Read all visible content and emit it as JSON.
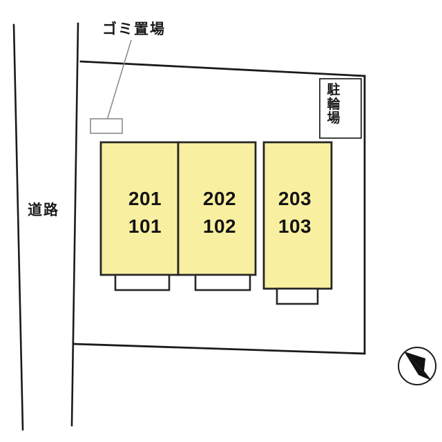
{
  "map": {
    "title_labels": {
      "gomi": "ゴミ置場",
      "douro": "道路",
      "chuurin_chars": [
        "駐",
        "輪",
        "場"
      ]
    },
    "colors": {
      "building_fill": "#f8f0a0",
      "building_stroke": "#262626",
      "boundary_stroke": "#1a1a1a",
      "gomi_box_stroke": "#8a8a8a",
      "text": "#141414",
      "background": "#ffffff"
    },
    "units": [
      {
        "name": "unit-201-101",
        "upper": "201",
        "lower": "101"
      },
      {
        "name": "unit-202-102",
        "upper": "202",
        "lower": "102"
      },
      {
        "name": "unit-203-103",
        "upper": "203",
        "lower": "103"
      }
    ],
    "compass": {
      "name": "compass-rose",
      "direction": "south-east"
    }
  }
}
